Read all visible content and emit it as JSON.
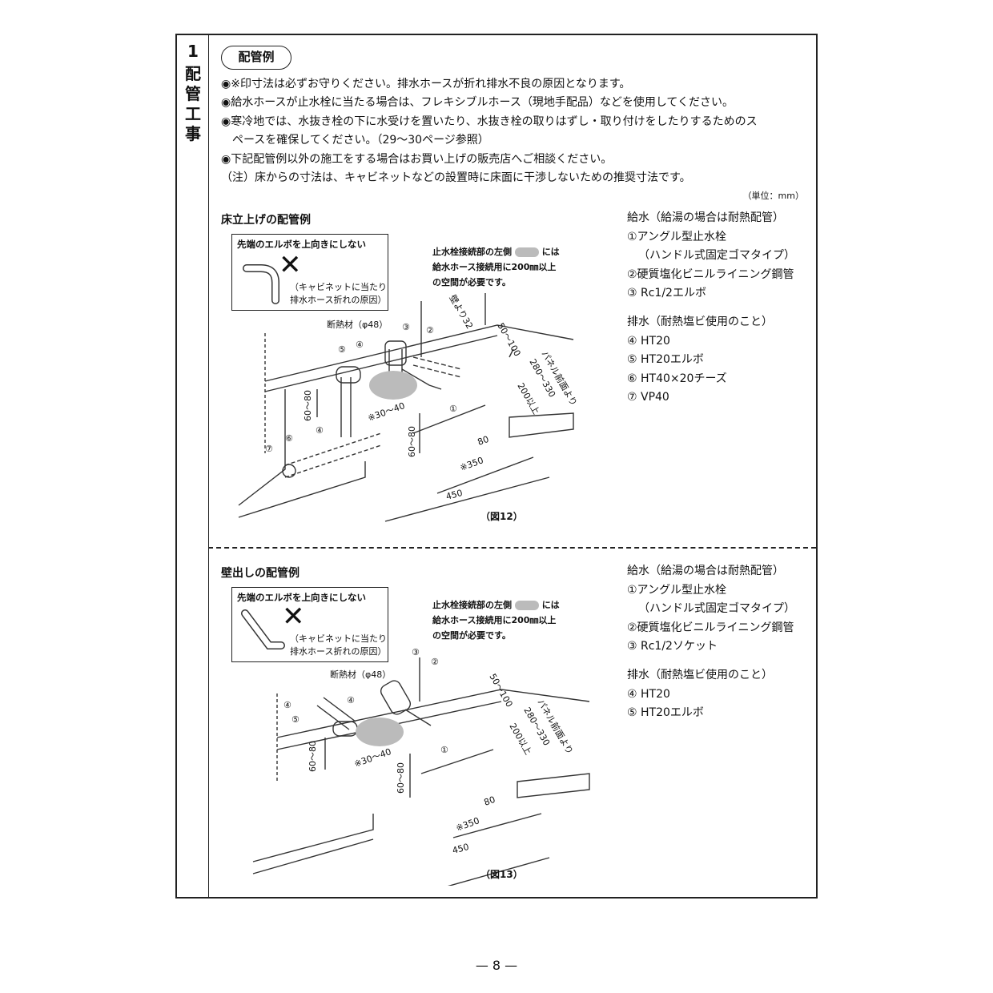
{
  "section": {
    "number": "1",
    "title_chars": [
      "配",
      "管",
      "工",
      "事"
    ]
  },
  "header": {
    "pill": "配管例"
  },
  "notes": [
    "◉※印寸法は必ずお守りください。排水ホースが折れ排水不良の原因となります。",
    "◉給水ホースが止水栓に当たる場合は、フレキシブルホース（現地手配品）などを使用してください。",
    "◉寒冷地では、水抜き栓の下に水受けを置いたり、水抜き栓の取りはずし・取り付けをしたりするためのス",
    "　ペースを確保してください。（29～30ページ参照）",
    "◉下記配管例以外の施工をする場合はお買い上げの販売店へご相談ください。",
    "（注）床からの寸法は、キャビネットなどの設置時に床面に干渉しないための推奨寸法です。"
  ],
  "unit": "（単位：mm）",
  "section1": {
    "title": "床立上げの配管例",
    "callout_title": "先端のエルボを上向きにしない",
    "callout_text": [
      "（キャビネットに当たり",
      "排水ホース折れの原因）"
    ],
    "req_lines": [
      "止水栓接続部の左側",
      "には",
      "給水ホース接続用に200㎜以上",
      "の空間が必要です。"
    ],
    "insulation": "断熱材（φ48）",
    "dims": {
      "d1": "50～100",
      "d2": "パネル前面より",
      "d3": "280～330",
      "d4": "200以上",
      "d5": "60～80",
      "d6": "※30～40",
      "d7": "80",
      "d8": "※350",
      "d9": "450",
      "d10": "壁より32"
    },
    "figure": "（図12）",
    "legend_water_title": "給水（給湯の場合は耐熱配管）",
    "legend_water": [
      "①アングル型止水栓",
      "（ハンドル式固定ゴマタイプ）",
      "②硬質塩化ビニルライニング鋼管",
      "③ Rc1/2エルボ"
    ],
    "legend_drain_title": "排水（耐熱塩ビ使用のこと）",
    "legend_drain": [
      "④ HT20",
      "⑤ HT20エルボ",
      "⑥ HT40×20チーズ",
      "⑦ VP40"
    ]
  },
  "section2": {
    "title": "壁出しの配管例",
    "callout_title": "先端のエルボを上向きにしない",
    "callout_text": [
      "（キャビネットに当たり",
      "排水ホース折れの原因）"
    ],
    "req_lines": [
      "止水栓接続部の左側",
      "には",
      "給水ホース接続用に200㎜以上",
      "の空間が必要です。"
    ],
    "insulation": "断熱材（φ48）",
    "dims": {
      "d1": "50～100",
      "d2": "パネル前面より",
      "d3": "280～330",
      "d4": "200以上",
      "d5": "60～80",
      "d6": "※30～40",
      "d7": "80",
      "d8": "※350",
      "d9": "450"
    },
    "figure": "（図13）",
    "legend_water_title": "給水（給湯の場合は耐熱配管）",
    "legend_water": [
      "①アングル型止水栓",
      "（ハンドル式固定ゴマタイプ）",
      "②硬質塩化ビニルライニング鋼管",
      "③ Rc1/2ソケット"
    ],
    "legend_drain_title": "排水（耐熱塩ビ使用のこと）",
    "legend_drain": [
      "④ HT20",
      "⑤ HT20エルボ"
    ]
  },
  "page_number": "— 8 —"
}
